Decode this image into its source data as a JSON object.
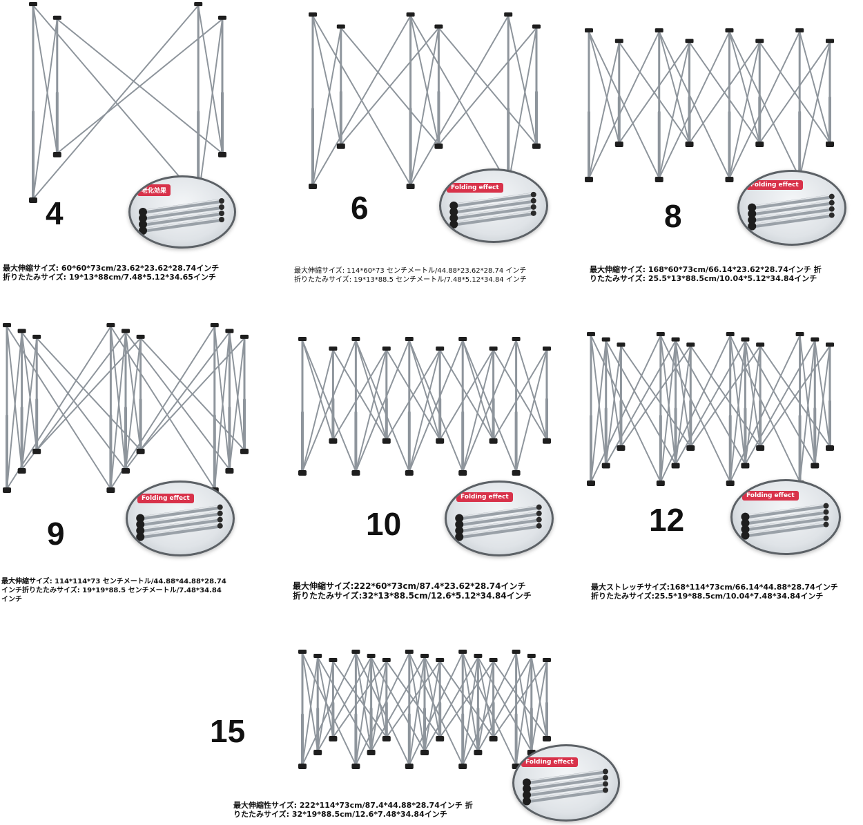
{
  "items": [
    {
      "number": "4",
      "badge": "老化効果",
      "spec": [
        "最大伸縮サイズ: 60*60*73cm/23.62*23.62*28.74インチ",
        "折りたたみサイズ: 19*13*88cm/7.48*5.12*34.65インチ"
      ]
    },
    {
      "number": "6",
      "badge": "Folding effect",
      "spec": [
        "最大伸縮サイズ: 114*60*73 センチメートル/44.88*23.62*28.74 インチ",
        "折りたたみサイズ: 19*13*88.5 センチメートル/7.48*5.12*34.84 インチ"
      ]
    },
    {
      "number": "8",
      "badge": "Folding effect",
      "spec": [
        "最大伸縮サイズ: 168*60*73cm/66.14*23.62*28.74インチ 折",
        "りたたみサイズ: 25.5*13*88.5cm/10.04*5.12*34.84インチ"
      ]
    },
    {
      "number": "9",
      "badge": "Folding effect",
      "spec": [
        "最大伸縮サイズ: 114*114*73 センチメートル/44.88*44.88*28.74",
        "インチ折りたたみサイズ: 19*19*88.5 センチメートル/7.48*34.84",
        "インチ"
      ]
    },
    {
      "number": "10",
      "badge": "Folding effect",
      "spec": [
        "最大伸縮サイズ:222*60*73cm/87.4*23.62*28.74インチ",
        "折りたたみサイズ:32*13*88.5cm/12.6*5.12*34.84インチ"
      ]
    },
    {
      "number": "12",
      "badge": "Folding effect",
      "spec": [
        "最大ストレッチサイズ:168*114*73cm/66.14*44.88*28.74インチ",
        "折りたたみサイズ:25.5*19*88.5cm/10.04*7.48*34.84インチ"
      ]
    },
    {
      "number": "15",
      "badge": "Folding effect",
      "spec": [
        "最大伸縮性サイズ: 222*114*73cm/87.4*44.88*28.74インチ 折",
        "りたたみサイズ: 32*19*88.5cm/12.6*7.48*34.84インチ"
      ]
    }
  ],
  "colors": {
    "frame": "#8e959c",
    "cap": "#1e1e1e",
    "badge": "#d8324a"
  }
}
